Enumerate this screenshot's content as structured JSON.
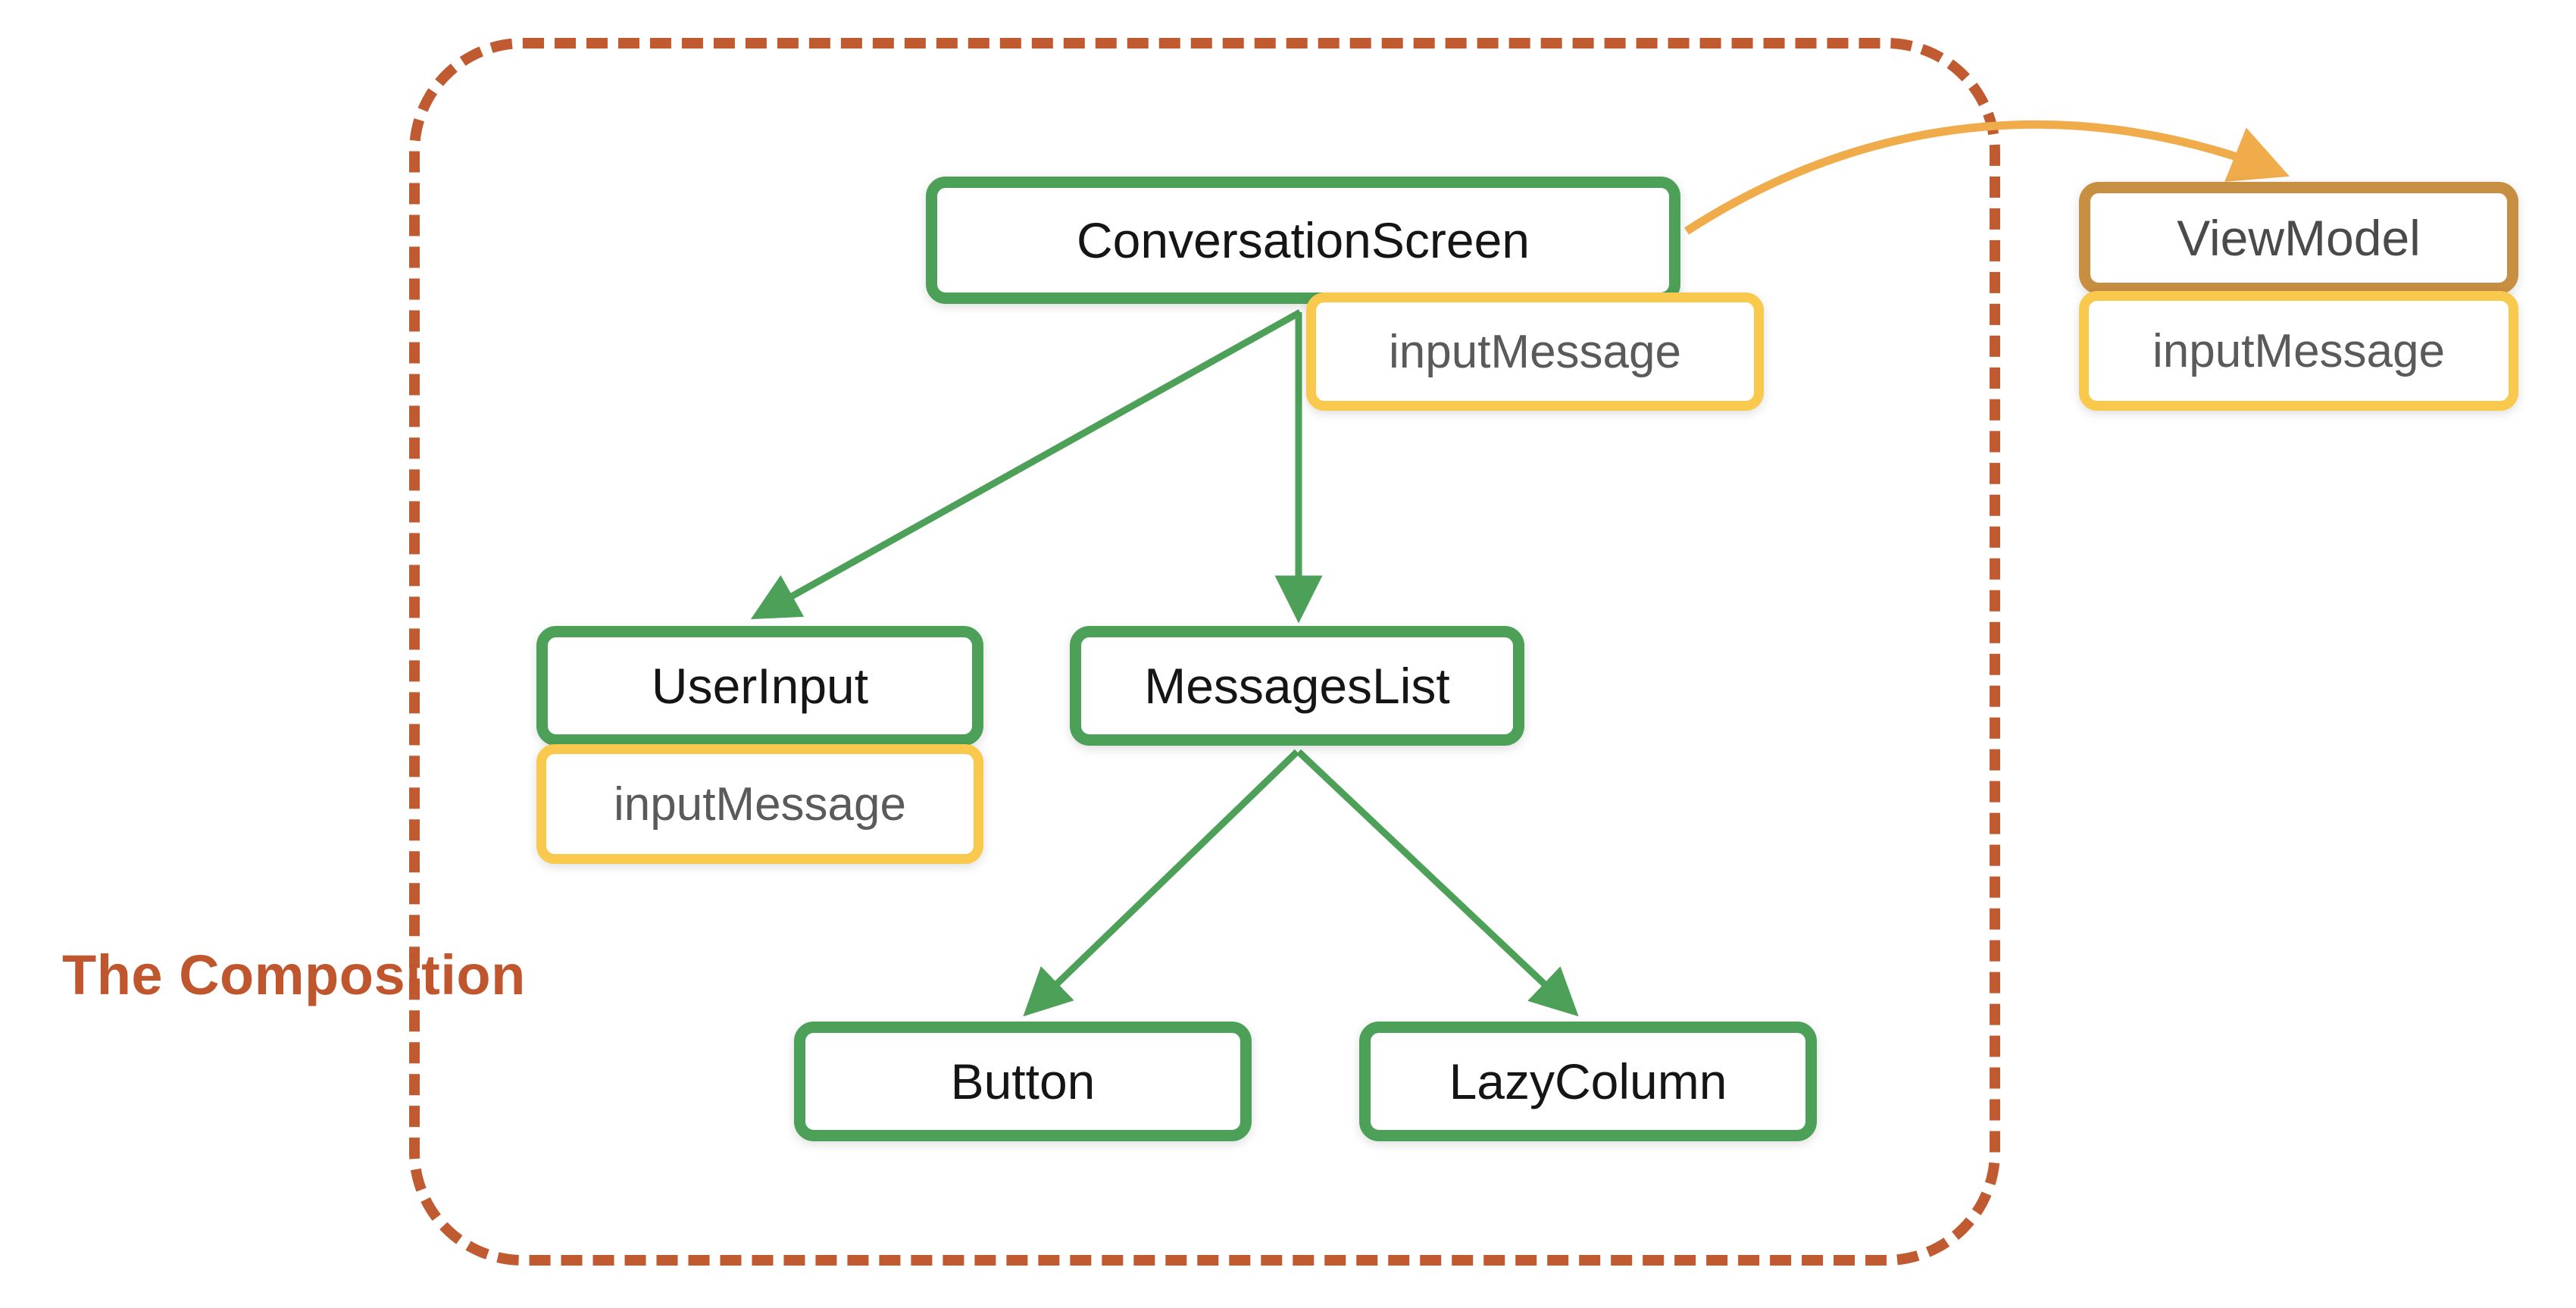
{
  "diagram": {
    "title_label": "The Composition",
    "colors": {
      "composition_border": "#c05a31",
      "composition_label": "#c0562e",
      "composable_border": "#4ca057",
      "state_border": "#f8c94c",
      "viewmodel_border": "#c68f42",
      "composable_arrow": "#4ca057",
      "state_arrow": "#f0ab4a",
      "background": "#ffffff"
    },
    "nodes": [
      {
        "id": "conversationscreen",
        "label": "ConversationScreen",
        "kind": "composable"
      },
      {
        "id": "userinput",
        "label": "UserInput",
        "kind": "composable"
      },
      {
        "id": "messageslist",
        "label": "MessagesList",
        "kind": "composable"
      },
      {
        "id": "button",
        "label": "Button",
        "kind": "composable"
      },
      {
        "id": "lazycolumn",
        "label": "LazyColumn",
        "kind": "composable"
      },
      {
        "id": "viewmodel",
        "label": "ViewModel",
        "kind": "viewmodel"
      }
    ],
    "states": [
      {
        "id": "state-conversationscreen",
        "label": "inputMessage",
        "owner": "conversationscreen"
      },
      {
        "id": "state-userinput",
        "label": "inputMessage",
        "owner": "userinput"
      },
      {
        "id": "state-viewmodel",
        "label": "inputMessage",
        "owner": "viewmodel"
      }
    ],
    "edges": [
      {
        "from": "conversationscreen",
        "to": "userinput",
        "style": "solid-green"
      },
      {
        "from": "conversationscreen",
        "to": "messageslist",
        "style": "solid-green"
      },
      {
        "from": "messageslist",
        "to": "button",
        "style": "solid-green"
      },
      {
        "from": "messageslist",
        "to": "lazycolumn",
        "style": "solid-green"
      },
      {
        "from": "conversationscreen",
        "to": "viewmodel",
        "style": "curved-orange"
      }
    ]
  }
}
